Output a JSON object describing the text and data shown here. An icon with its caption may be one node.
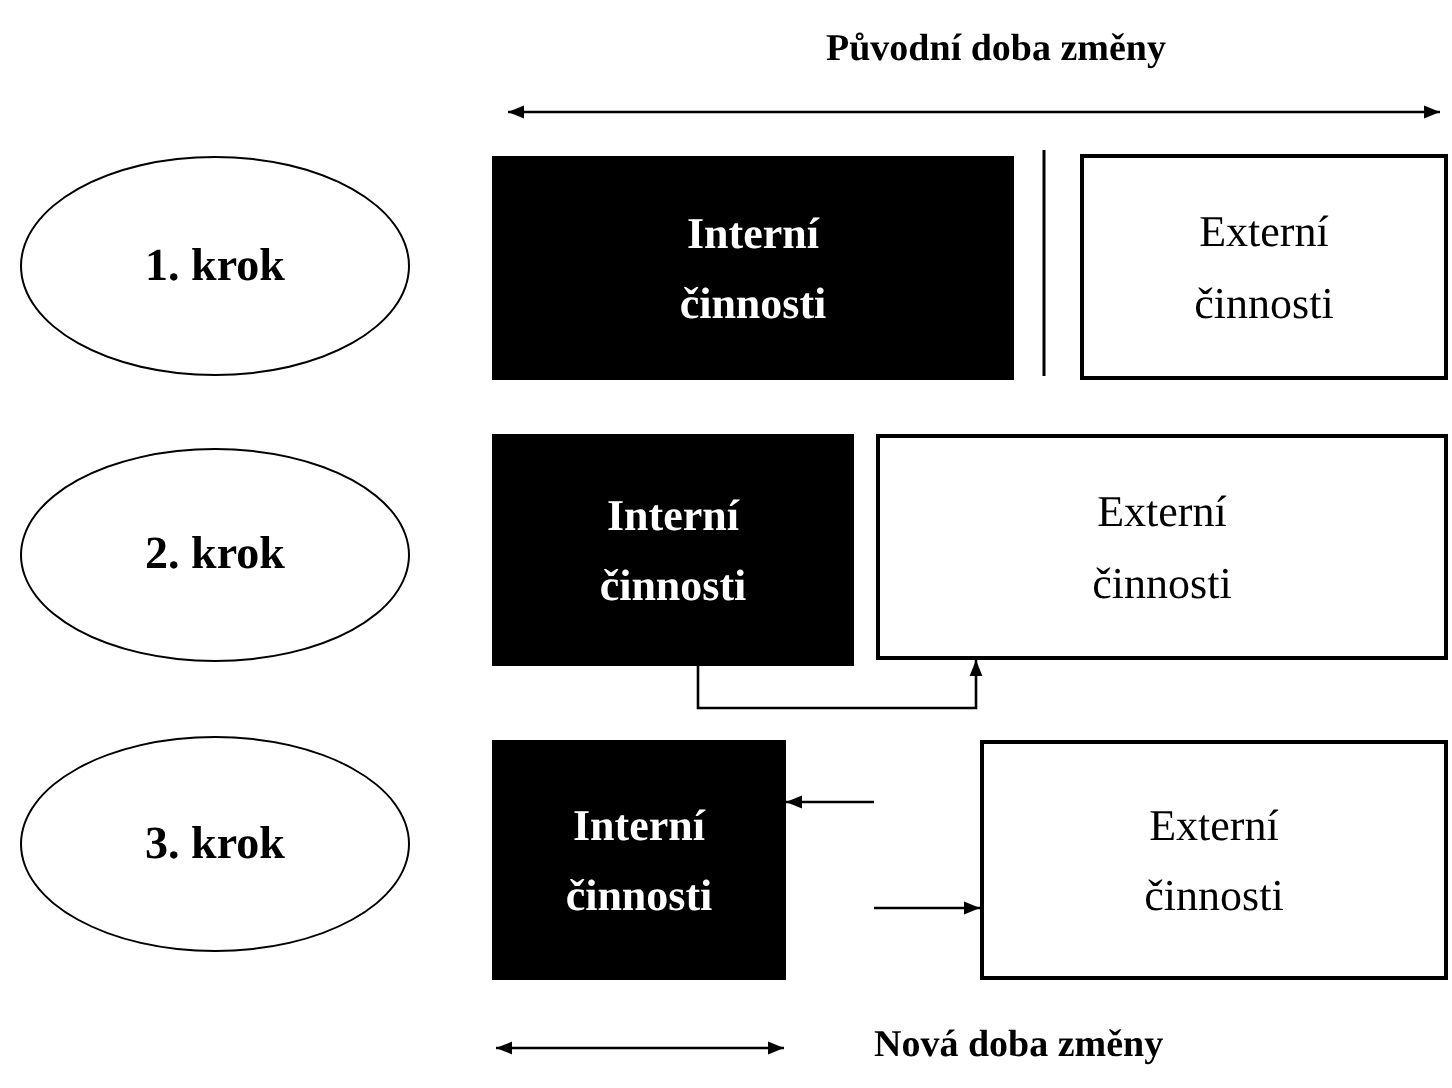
{
  "diagram": {
    "nodes": [
      {
        "text": [
          "1. krok"
        ]
      },
      {
        "text": [
          "Interní činnosti"
        ]
      },
      {
        "text": [
          "Externí činnosti"
        ]
      },
      {
        "text": [
          "2. krok"
        ]
      },
      {
        "text": [
          "Interní činnosti"
        ]
      },
      {
        "text": [
          "Externí činnosti"
        ]
      },
      {
        "text": [
          "3. krok"
        ]
      },
      {
        "text": [
          "Interní činnosti"
        ]
      },
      {
        "text": [
          "Externí činnosti"
        ]
      }
    ],
    "edges": [
      {
        "from": 4,
        "to": 5,
        "arrow": "to"
      },
      {
        "from": null,
        "to": 7,
        "arrow": "to"
      },
      {
        "from": null,
        "to": 8,
        "arrow": "to"
      }
    ],
    "labels": [
      "Původní doba změny",
      "Nová doba změny"
    ]
  }
}
